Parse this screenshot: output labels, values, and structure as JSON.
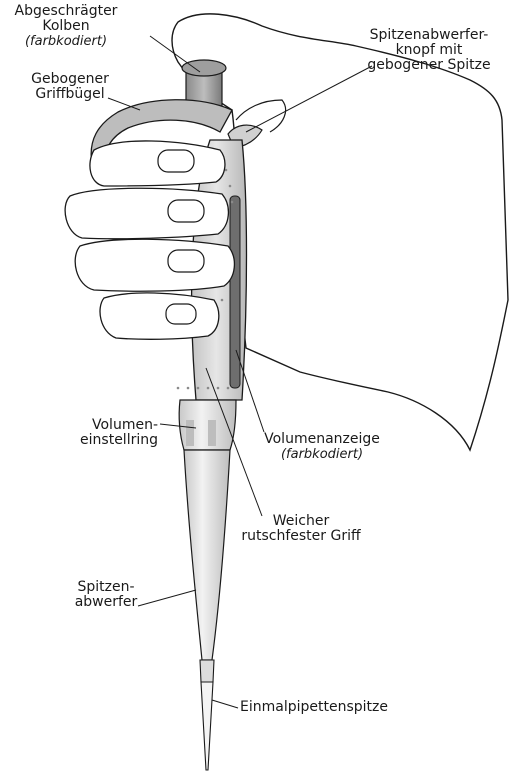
{
  "labels": {
    "plunger": {
      "line1": "Abgeschrägter",
      "line2": "Kolben",
      "note": "(farbkodiert)"
    },
    "handle": {
      "line1": "Gebogener",
      "line2": "Griffbügel"
    },
    "ejector_button": {
      "line1": "Spitzenabwerfer-",
      "line2": "knopf mit",
      "line3": "gebogener Spitze"
    },
    "volume_ring": {
      "line1": "Volumen-",
      "line2": "einstellring"
    },
    "volume_display": {
      "line1": "Volumenanzeige",
      "note": "(farbkodiert)"
    },
    "grip": {
      "line1": "Weicher",
      "line2": "rutschfester Griff"
    },
    "tip_ejector": {
      "line1": "Spitzen-",
      "line2": "abwerfer"
    },
    "disposable_tip": {
      "line1": "Einmalpipettenspitze"
    }
  },
  "colors": {
    "outline": "#1a1a1a",
    "body_fill": "#d9d9d9",
    "dark_accent": "#6e6e6e",
    "skin": "#ffffff"
  }
}
